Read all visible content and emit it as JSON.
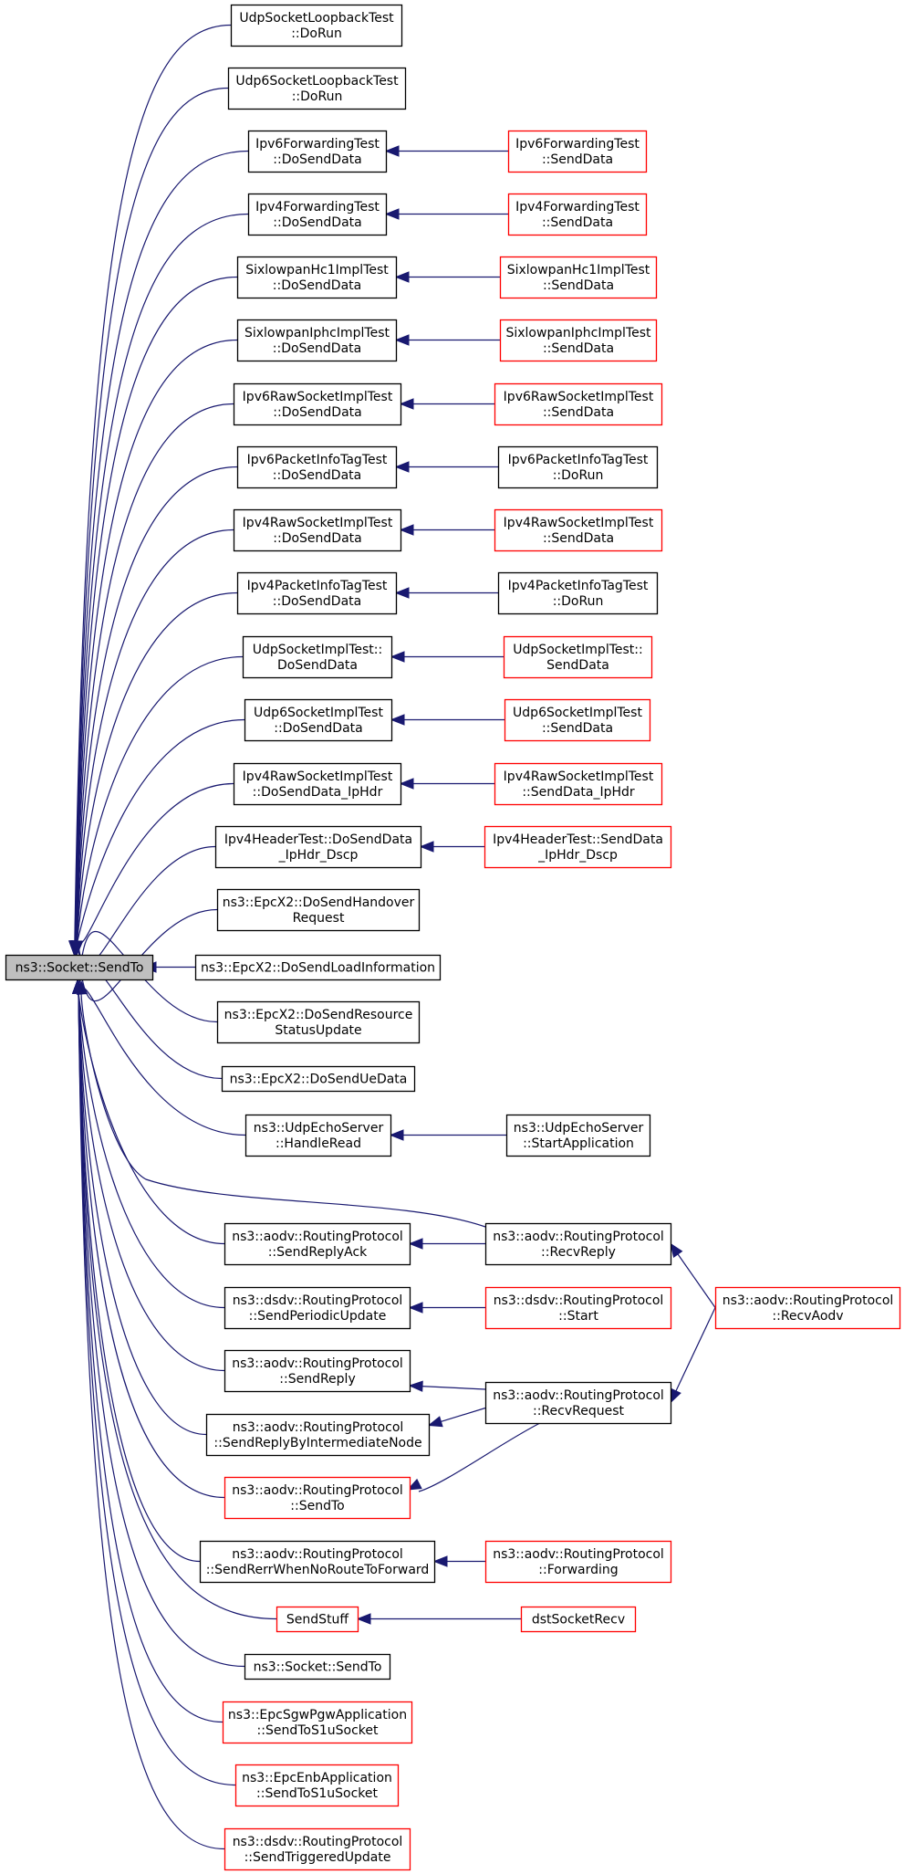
{
  "colors": {
    "edge": "#191970",
    "node_border_default": "#000000",
    "node_border_truncated": "#ff0000",
    "node_fill_focus": "#bfbfbf",
    "node_fill_default": "#ffffff"
  },
  "nodes": [
    {
      "id": "root",
      "lines": [
        "ns3::Socket::SendTo"
      ],
      "style": "focus"
    },
    {
      "id": "a1",
      "lines": [
        "UdpSocketLoopbackTest",
        "::DoRun"
      ],
      "style": "normal"
    },
    {
      "id": "a2",
      "lines": [
        "Udp6SocketLoopbackTest",
        "::DoRun"
      ],
      "style": "normal"
    },
    {
      "id": "a3",
      "lines": [
        "Ipv6ForwardingTest",
        "::DoSendData"
      ],
      "style": "normal"
    },
    {
      "id": "b3",
      "lines": [
        "Ipv6ForwardingTest",
        "::SendData"
      ],
      "style": "truncated"
    },
    {
      "id": "a4",
      "lines": [
        "Ipv4ForwardingTest",
        "::DoSendData"
      ],
      "style": "normal"
    },
    {
      "id": "b4",
      "lines": [
        "Ipv4ForwardingTest",
        "::SendData"
      ],
      "style": "truncated"
    },
    {
      "id": "a5",
      "lines": [
        "SixlowpanHc1ImplTest",
        "::DoSendData"
      ],
      "style": "normal"
    },
    {
      "id": "b5",
      "lines": [
        "SixlowpanHc1ImplTest",
        "::SendData"
      ],
      "style": "truncated"
    },
    {
      "id": "a6",
      "lines": [
        "SixlowpanIphcImplTest",
        "::DoSendData"
      ],
      "style": "normal"
    },
    {
      "id": "b6",
      "lines": [
        "SixlowpanIphcImplTest",
        "::SendData"
      ],
      "style": "truncated"
    },
    {
      "id": "a7",
      "lines": [
        "Ipv6RawSocketImplTest",
        "::DoSendData"
      ],
      "style": "normal"
    },
    {
      "id": "b7",
      "lines": [
        "Ipv6RawSocketImplTest",
        "::SendData"
      ],
      "style": "truncated"
    },
    {
      "id": "a8",
      "lines": [
        "Ipv6PacketInfoTagTest",
        "::DoSendData"
      ],
      "style": "normal"
    },
    {
      "id": "b8",
      "lines": [
        "Ipv6PacketInfoTagTest",
        "::DoRun"
      ],
      "style": "normal"
    },
    {
      "id": "a9",
      "lines": [
        "Ipv4RawSocketImplTest",
        "::DoSendData"
      ],
      "style": "normal"
    },
    {
      "id": "b9",
      "lines": [
        "Ipv4RawSocketImplTest",
        "::SendData"
      ],
      "style": "truncated"
    },
    {
      "id": "a10",
      "lines": [
        "Ipv4PacketInfoTagTest",
        "::DoSendData"
      ],
      "style": "normal"
    },
    {
      "id": "b10",
      "lines": [
        "Ipv4PacketInfoTagTest",
        "::DoRun"
      ],
      "style": "normal"
    },
    {
      "id": "a11",
      "lines": [
        "UdpSocketImplTest::",
        "DoSendData"
      ],
      "style": "normal"
    },
    {
      "id": "b11",
      "lines": [
        "UdpSocketImplTest::",
        "SendData"
      ],
      "style": "truncated"
    },
    {
      "id": "a12",
      "lines": [
        "Udp6SocketImplTest",
        "::DoSendData"
      ],
      "style": "normal"
    },
    {
      "id": "b12",
      "lines": [
        "Udp6SocketImplTest",
        "::SendData"
      ],
      "style": "truncated"
    },
    {
      "id": "a13",
      "lines": [
        "Ipv4RawSocketImplTest",
        "::DoSendData_IpHdr"
      ],
      "style": "normal"
    },
    {
      "id": "b13",
      "lines": [
        "Ipv4RawSocketImplTest",
        "::SendData_IpHdr"
      ],
      "style": "truncated"
    },
    {
      "id": "a14",
      "lines": [
        "Ipv4HeaderTest::DoSendData",
        "_IpHdr_Dscp"
      ],
      "style": "normal"
    },
    {
      "id": "b14",
      "lines": [
        "Ipv4HeaderTest::SendData",
        "_IpHdr_Dscp"
      ],
      "style": "truncated"
    },
    {
      "id": "a15",
      "lines": [
        "ns3::EpcX2::DoSendHandover",
        "Request"
      ],
      "style": "normal"
    },
    {
      "id": "a16",
      "lines": [
        "ns3::EpcX2::DoSendLoadInformation"
      ],
      "style": "normal"
    },
    {
      "id": "a17",
      "lines": [
        "ns3::EpcX2::DoSendResource",
        "StatusUpdate"
      ],
      "style": "normal"
    },
    {
      "id": "a18",
      "lines": [
        "ns3::EpcX2::DoSendUeData"
      ],
      "style": "normal"
    },
    {
      "id": "a19",
      "lines": [
        "ns3::UdpEchoServer",
        "::HandleRead"
      ],
      "style": "normal"
    },
    {
      "id": "b19",
      "lines": [
        "ns3::UdpEchoServer",
        "::StartApplication"
      ],
      "style": "normal"
    },
    {
      "id": "a20",
      "lines": [
        "ns3::aodv::RoutingProtocol",
        "::SendReplyAck"
      ],
      "style": "normal"
    },
    {
      "id": "recvreply",
      "lines": [
        "ns3::aodv::RoutingProtocol",
        "::RecvReply"
      ],
      "style": "normal"
    },
    {
      "id": "recvaodv",
      "lines": [
        "ns3::aodv::RoutingProtocol",
        "::RecvAodv"
      ],
      "style": "truncated"
    },
    {
      "id": "a21",
      "lines": [
        "ns3::dsdv::RoutingProtocol",
        "::SendPeriodicUpdate"
      ],
      "style": "normal"
    },
    {
      "id": "b21",
      "lines": [
        "ns3::dsdv::RoutingProtocol",
        "::Start"
      ],
      "style": "truncated"
    },
    {
      "id": "a22",
      "lines": [
        "ns3::aodv::RoutingProtocol",
        "::SendReply"
      ],
      "style": "normal"
    },
    {
      "id": "recvrequest",
      "lines": [
        "ns3::aodv::RoutingProtocol",
        "::RecvRequest"
      ],
      "style": "normal"
    },
    {
      "id": "a23",
      "lines": [
        "ns3::aodv::RoutingProtocol",
        "::SendReplyByIntermediateNode"
      ],
      "style": "normal"
    },
    {
      "id": "a24",
      "lines": [
        "ns3::aodv::RoutingProtocol",
        "::SendTo"
      ],
      "style": "truncated"
    },
    {
      "id": "a25",
      "lines": [
        "ns3::aodv::RoutingProtocol",
        "::SendRerrWhenNoRouteToForward"
      ],
      "style": "normal"
    },
    {
      "id": "b25",
      "lines": [
        "ns3::aodv::RoutingProtocol",
        "::Forwarding"
      ],
      "style": "truncated"
    },
    {
      "id": "a26",
      "lines": [
        "SendStuff"
      ],
      "style": "truncated"
    },
    {
      "id": "b26",
      "lines": [
        "dstSocketRecv"
      ],
      "style": "truncated"
    },
    {
      "id": "a27",
      "lines": [
        "ns3::Socket::SendTo"
      ],
      "style": "normal"
    },
    {
      "id": "a28",
      "lines": [
        "ns3::EpcSgwPgwApplication",
        "::SendToS1uSocket"
      ],
      "style": "truncated"
    },
    {
      "id": "a29",
      "lines": [
        "ns3::EpcEnbApplication",
        "::SendToS1uSocket"
      ],
      "style": "truncated"
    },
    {
      "id": "a30",
      "lines": [
        "ns3::dsdv::RoutingProtocol",
        "::SendTriggeredUpdate"
      ],
      "style": "truncated"
    }
  ],
  "edges": [
    {
      "from": "a1",
      "to": "root"
    },
    {
      "from": "a2",
      "to": "root"
    },
    {
      "from": "a3",
      "to": "root"
    },
    {
      "from": "a4",
      "to": "root"
    },
    {
      "from": "a5",
      "to": "root"
    },
    {
      "from": "a6",
      "to": "root"
    },
    {
      "from": "a7",
      "to": "root"
    },
    {
      "from": "a8",
      "to": "root"
    },
    {
      "from": "a9",
      "to": "root"
    },
    {
      "from": "a10",
      "to": "root"
    },
    {
      "from": "a11",
      "to": "root"
    },
    {
      "from": "a12",
      "to": "root"
    },
    {
      "from": "a13",
      "to": "root"
    },
    {
      "from": "a14",
      "to": "root"
    },
    {
      "from": "a15",
      "to": "root"
    },
    {
      "from": "a16",
      "to": "root"
    },
    {
      "from": "a17",
      "to": "root"
    },
    {
      "from": "a18",
      "to": "root"
    },
    {
      "from": "a19",
      "to": "root"
    },
    {
      "from": "recvreply",
      "to": "root"
    },
    {
      "from": "a20",
      "to": "root"
    },
    {
      "from": "a21",
      "to": "root"
    },
    {
      "from": "a22",
      "to": "root"
    },
    {
      "from": "a23",
      "to": "root"
    },
    {
      "from": "a24",
      "to": "root"
    },
    {
      "from": "a25",
      "to": "root"
    },
    {
      "from": "a26",
      "to": "root"
    },
    {
      "from": "a27",
      "to": "root"
    },
    {
      "from": "a28",
      "to": "root"
    },
    {
      "from": "a29",
      "to": "root"
    },
    {
      "from": "a30",
      "to": "root"
    },
    {
      "from": "b3",
      "to": "a3"
    },
    {
      "from": "b4",
      "to": "a4"
    },
    {
      "from": "b5",
      "to": "a5"
    },
    {
      "from": "b6",
      "to": "a6"
    },
    {
      "from": "b7",
      "to": "a7"
    },
    {
      "from": "b8",
      "to": "a8"
    },
    {
      "from": "b9",
      "to": "a9"
    },
    {
      "from": "b10",
      "to": "a10"
    },
    {
      "from": "b11",
      "to": "a11"
    },
    {
      "from": "b12",
      "to": "a12"
    },
    {
      "from": "b13",
      "to": "a13"
    },
    {
      "from": "b14",
      "to": "a14"
    },
    {
      "from": "b19",
      "to": "a19"
    },
    {
      "from": "recvreply",
      "to": "a20"
    },
    {
      "from": "recvaodv",
      "to": "recvreply"
    },
    {
      "from": "b21",
      "to": "a21"
    },
    {
      "from": "recvrequest",
      "to": "a22"
    },
    {
      "from": "recvaodv",
      "to": "recvrequest"
    },
    {
      "from": "recvrequest",
      "to": "a23"
    },
    {
      "from": "recvrequest",
      "to": "a24"
    },
    {
      "from": "b25",
      "to": "a25"
    },
    {
      "from": "b26",
      "to": "a26"
    }
  ]
}
